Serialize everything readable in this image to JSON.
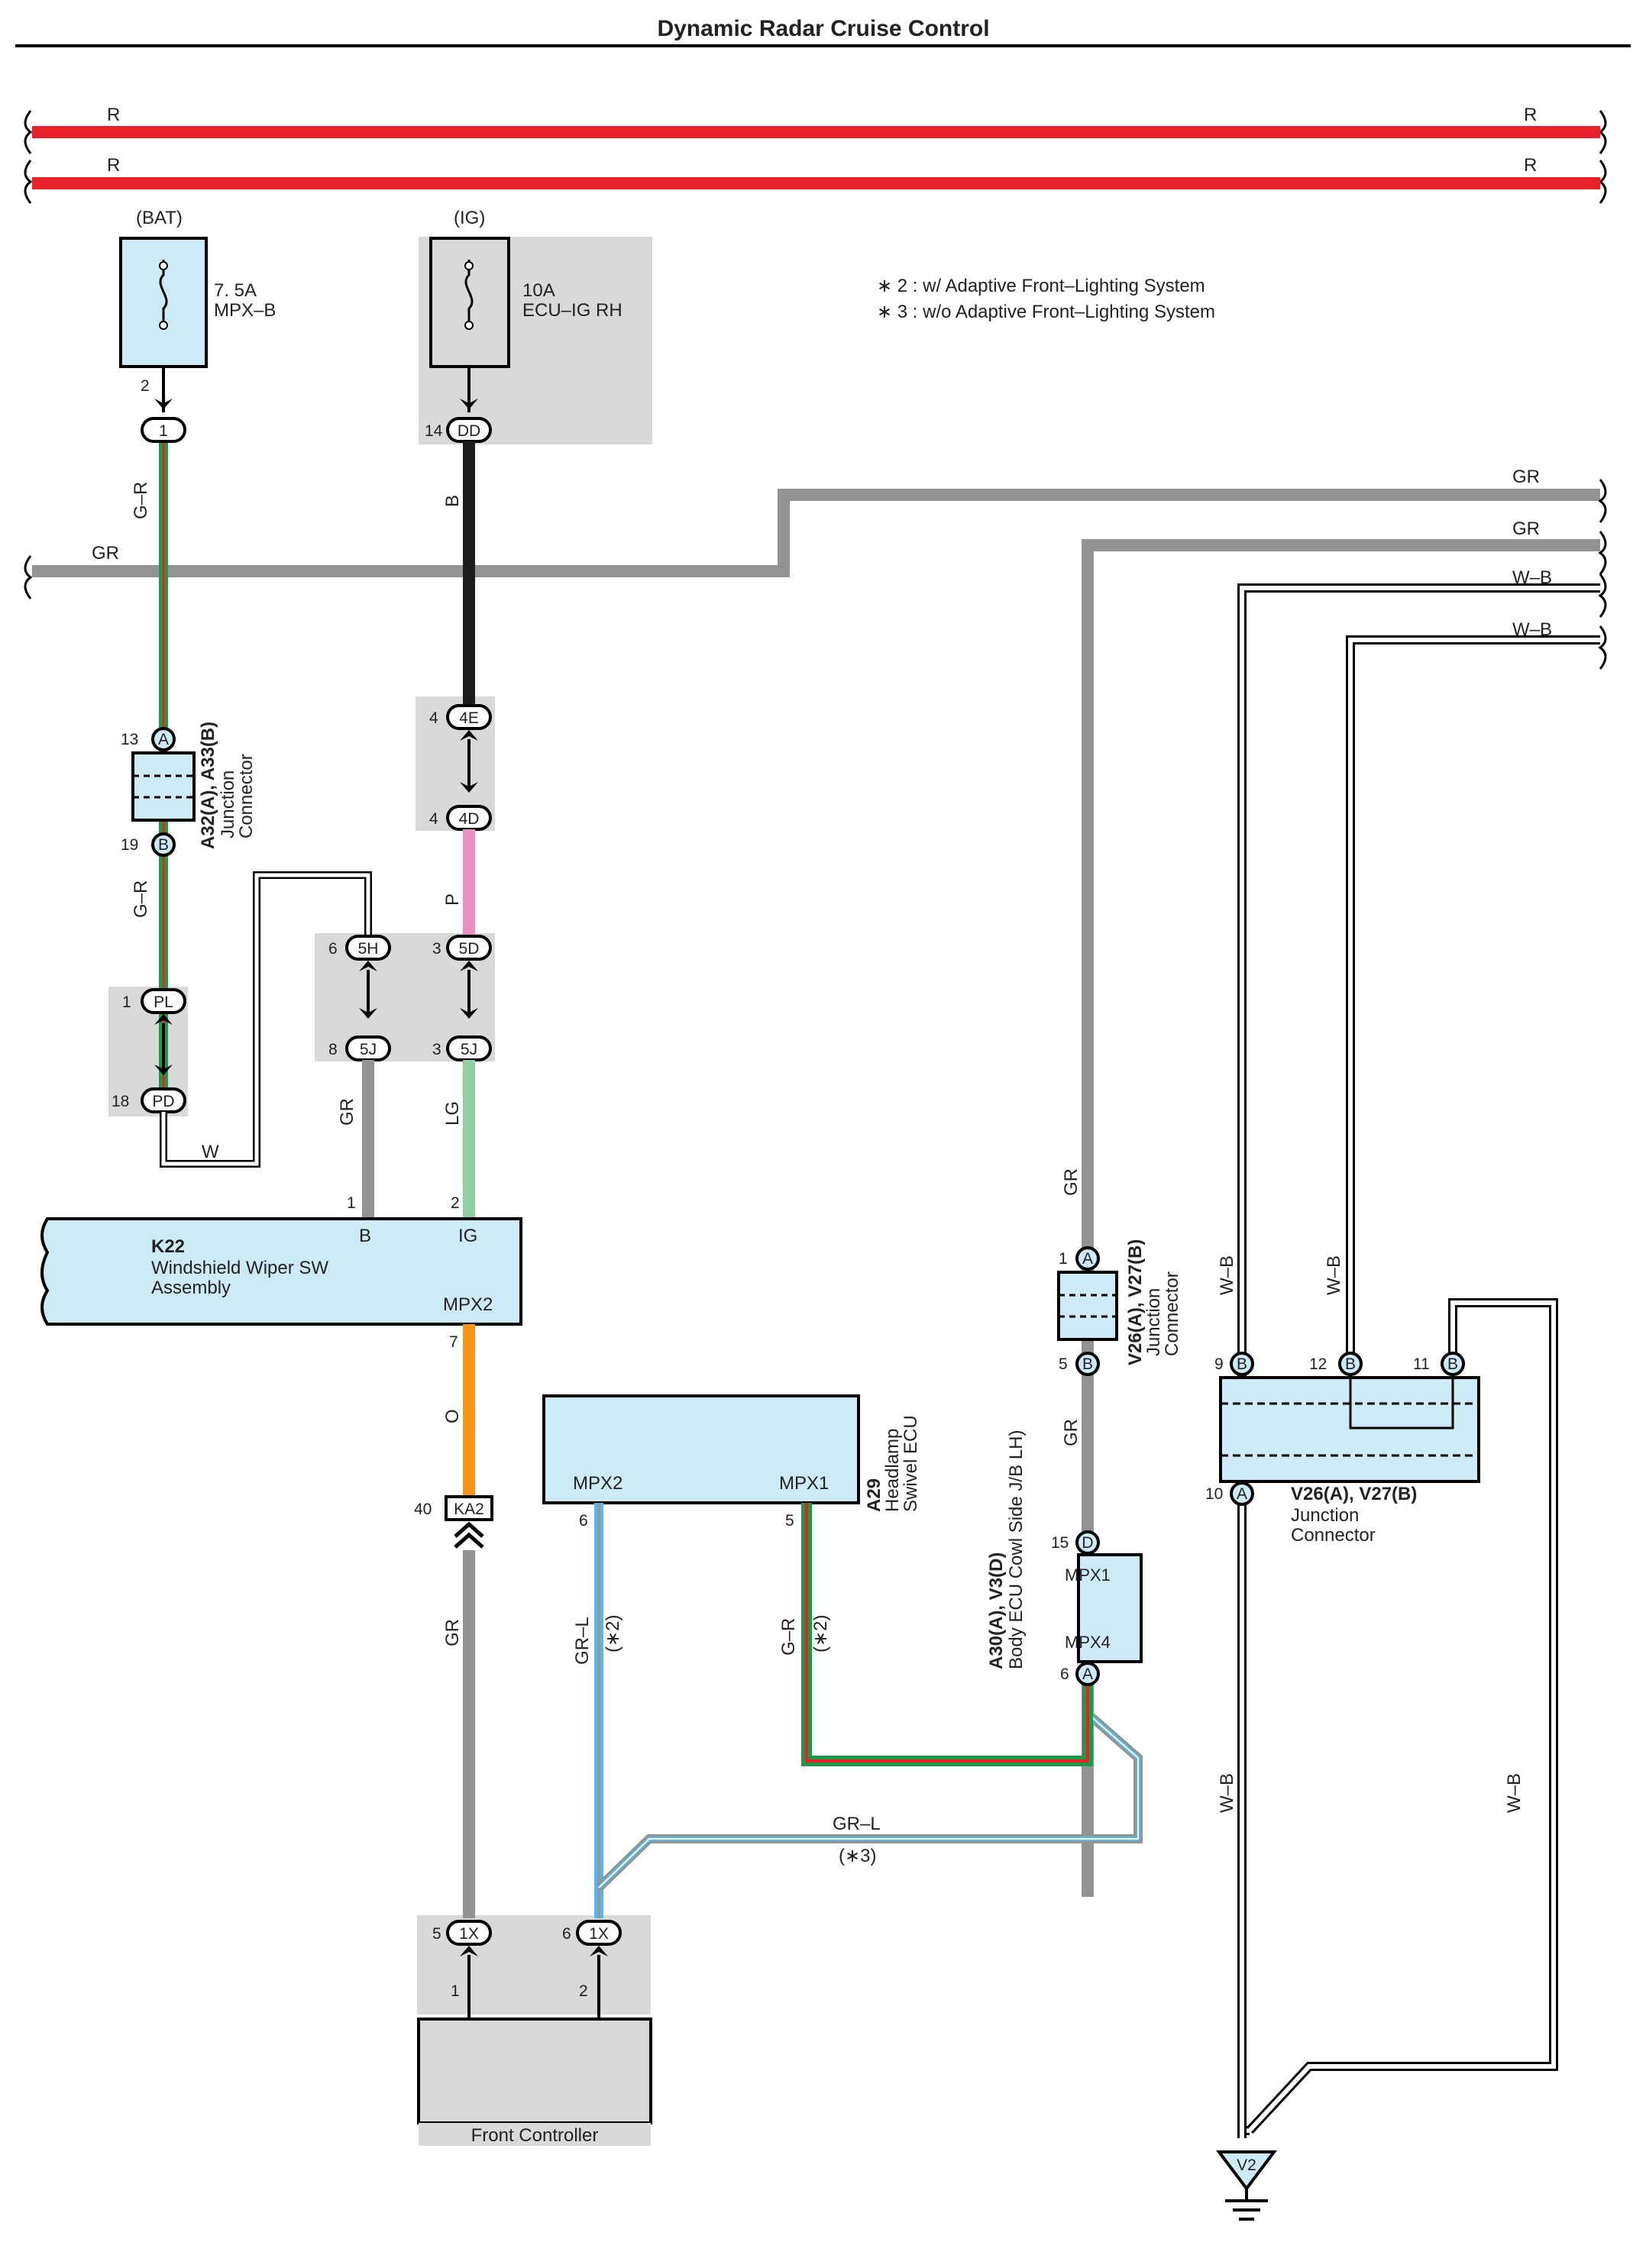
{
  "title": "Dynamic Radar Cruise Control",
  "notes": [
    "∗ 2 : w/ Adaptive Front–Lighting System",
    "∗ 3 : w/o Adaptive Front–Lighting System"
  ],
  "wire_colors": {
    "R": "#e8202a",
    "GR": "#939393",
    "G": "#1e9a46",
    "B": "#1c1c1c",
    "P": "#ef8ec0",
    "LG": "#8fd19e",
    "O": "#f7941d",
    "L": "#58b7e6",
    "W": "#ffffff",
    "component_fill": "#cdeaf8",
    "shade": "#d9d9d9"
  },
  "wire_labels": {
    "r_top_left": "R",
    "r_top_right": "R",
    "r_bot_left": "R",
    "r_bot_right": "R",
    "gr_left": "GR",
    "gr_top_right": "GR",
    "gr_second_right": "GR",
    "wb_right_1": "W–B",
    "wb_right_2": "W–B",
    "gr_bat": "G–R",
    "b_ig": "B",
    "gr_bat_2": "G–R",
    "p": "P",
    "w": "W",
    "gr_wiper": "GR",
    "lg": "LG",
    "o": "O",
    "gr_lower": "GR",
    "grl_left": "GR–L",
    "star2_a": "(∗2)",
    "gr_mid": "G–R",
    "star2_b": "(∗2)",
    "grl_bottom": "GR–L",
    "star3": "(∗3)",
    "gr_right_1": "GR",
    "gr_right_2": "GR",
    "wb_v_1": "W–B",
    "wb_v_2": "W–B",
    "wb_low_1": "W–B",
    "wb_low_2": "W–B"
  },
  "fuses": {
    "bat": {
      "source": "(BAT)",
      "rating": "7. 5A",
      "name": "MPX–B",
      "pin": "2",
      "conn_pin": "1"
    },
    "ig": {
      "source": "(IG)",
      "rating": "10A",
      "name": "ECU–IG RH",
      "pin": "14",
      "conn": "DD"
    }
  },
  "connectors": {
    "a32": {
      "pin_a": "13",
      "label_a": "A",
      "pin_b": "19",
      "label_b": "B",
      "id": "A32(A), A33(B)",
      "name1": "Junction",
      "name2": "Connector"
    },
    "pl": {
      "pin": "1",
      "label": "PL"
    },
    "pd": {
      "pin": "18",
      "label": "PD"
    },
    "e4": {
      "pin": "4",
      "label": "4E"
    },
    "d4": {
      "pin": "4",
      "label": "4D"
    },
    "h5": {
      "pin": "6",
      "label": "5H"
    },
    "d5": {
      "pin": "3",
      "label": "5D"
    },
    "j5a": {
      "pin": "8",
      "label": "5J"
    },
    "j5b": {
      "pin": "3",
      "label": "5J"
    },
    "ka2": {
      "pin": "40",
      "label": "KA2"
    },
    "x1a": {
      "pin": "5",
      "label": "1X",
      "sub": "1"
    },
    "x1b": {
      "pin": "6",
      "label": "1X",
      "sub": "2"
    }
  },
  "k22": {
    "id": "K22",
    "name1": "Windshield Wiper SW",
    "name2": "Assembly",
    "pin_b": "B",
    "pin_ig": "IG",
    "pin_mpx2": "MPX2",
    "num_1": "1",
    "num_2": "2",
    "num_7": "7"
  },
  "a29": {
    "id": "A29",
    "name1": "Headlamp",
    "name2": "Swivel ECU",
    "mpx2": "MPX2",
    "mpx1": "MPX1",
    "pin6": "6",
    "pin5": "5"
  },
  "a30": {
    "id": "A30(A), V3(D)",
    "name": "Body ECU Cowl Side J/B LH)",
    "mpx1": "MPX1",
    "mpx4": "MPX4",
    "pin15": "15",
    "label_d": "D",
    "pin6": "6",
    "label_a": "A"
  },
  "v26_left": {
    "pin1": "1",
    "label_a": "A",
    "pin5": "5",
    "label_b": "B",
    "id": "V26(A), V27(B)",
    "name1": "Junction",
    "name2": "Connector"
  },
  "v26_right": {
    "pin9": "9",
    "pin12": "12",
    "pin11": "11",
    "label_b": "B",
    "pin10": "10",
    "label_a": "A",
    "id": "V26(A), V27(B)",
    "name1": "Junction",
    "name2": "Connector"
  },
  "front_controller": {
    "name": "Front Controller"
  },
  "ground": {
    "label": "V2"
  }
}
